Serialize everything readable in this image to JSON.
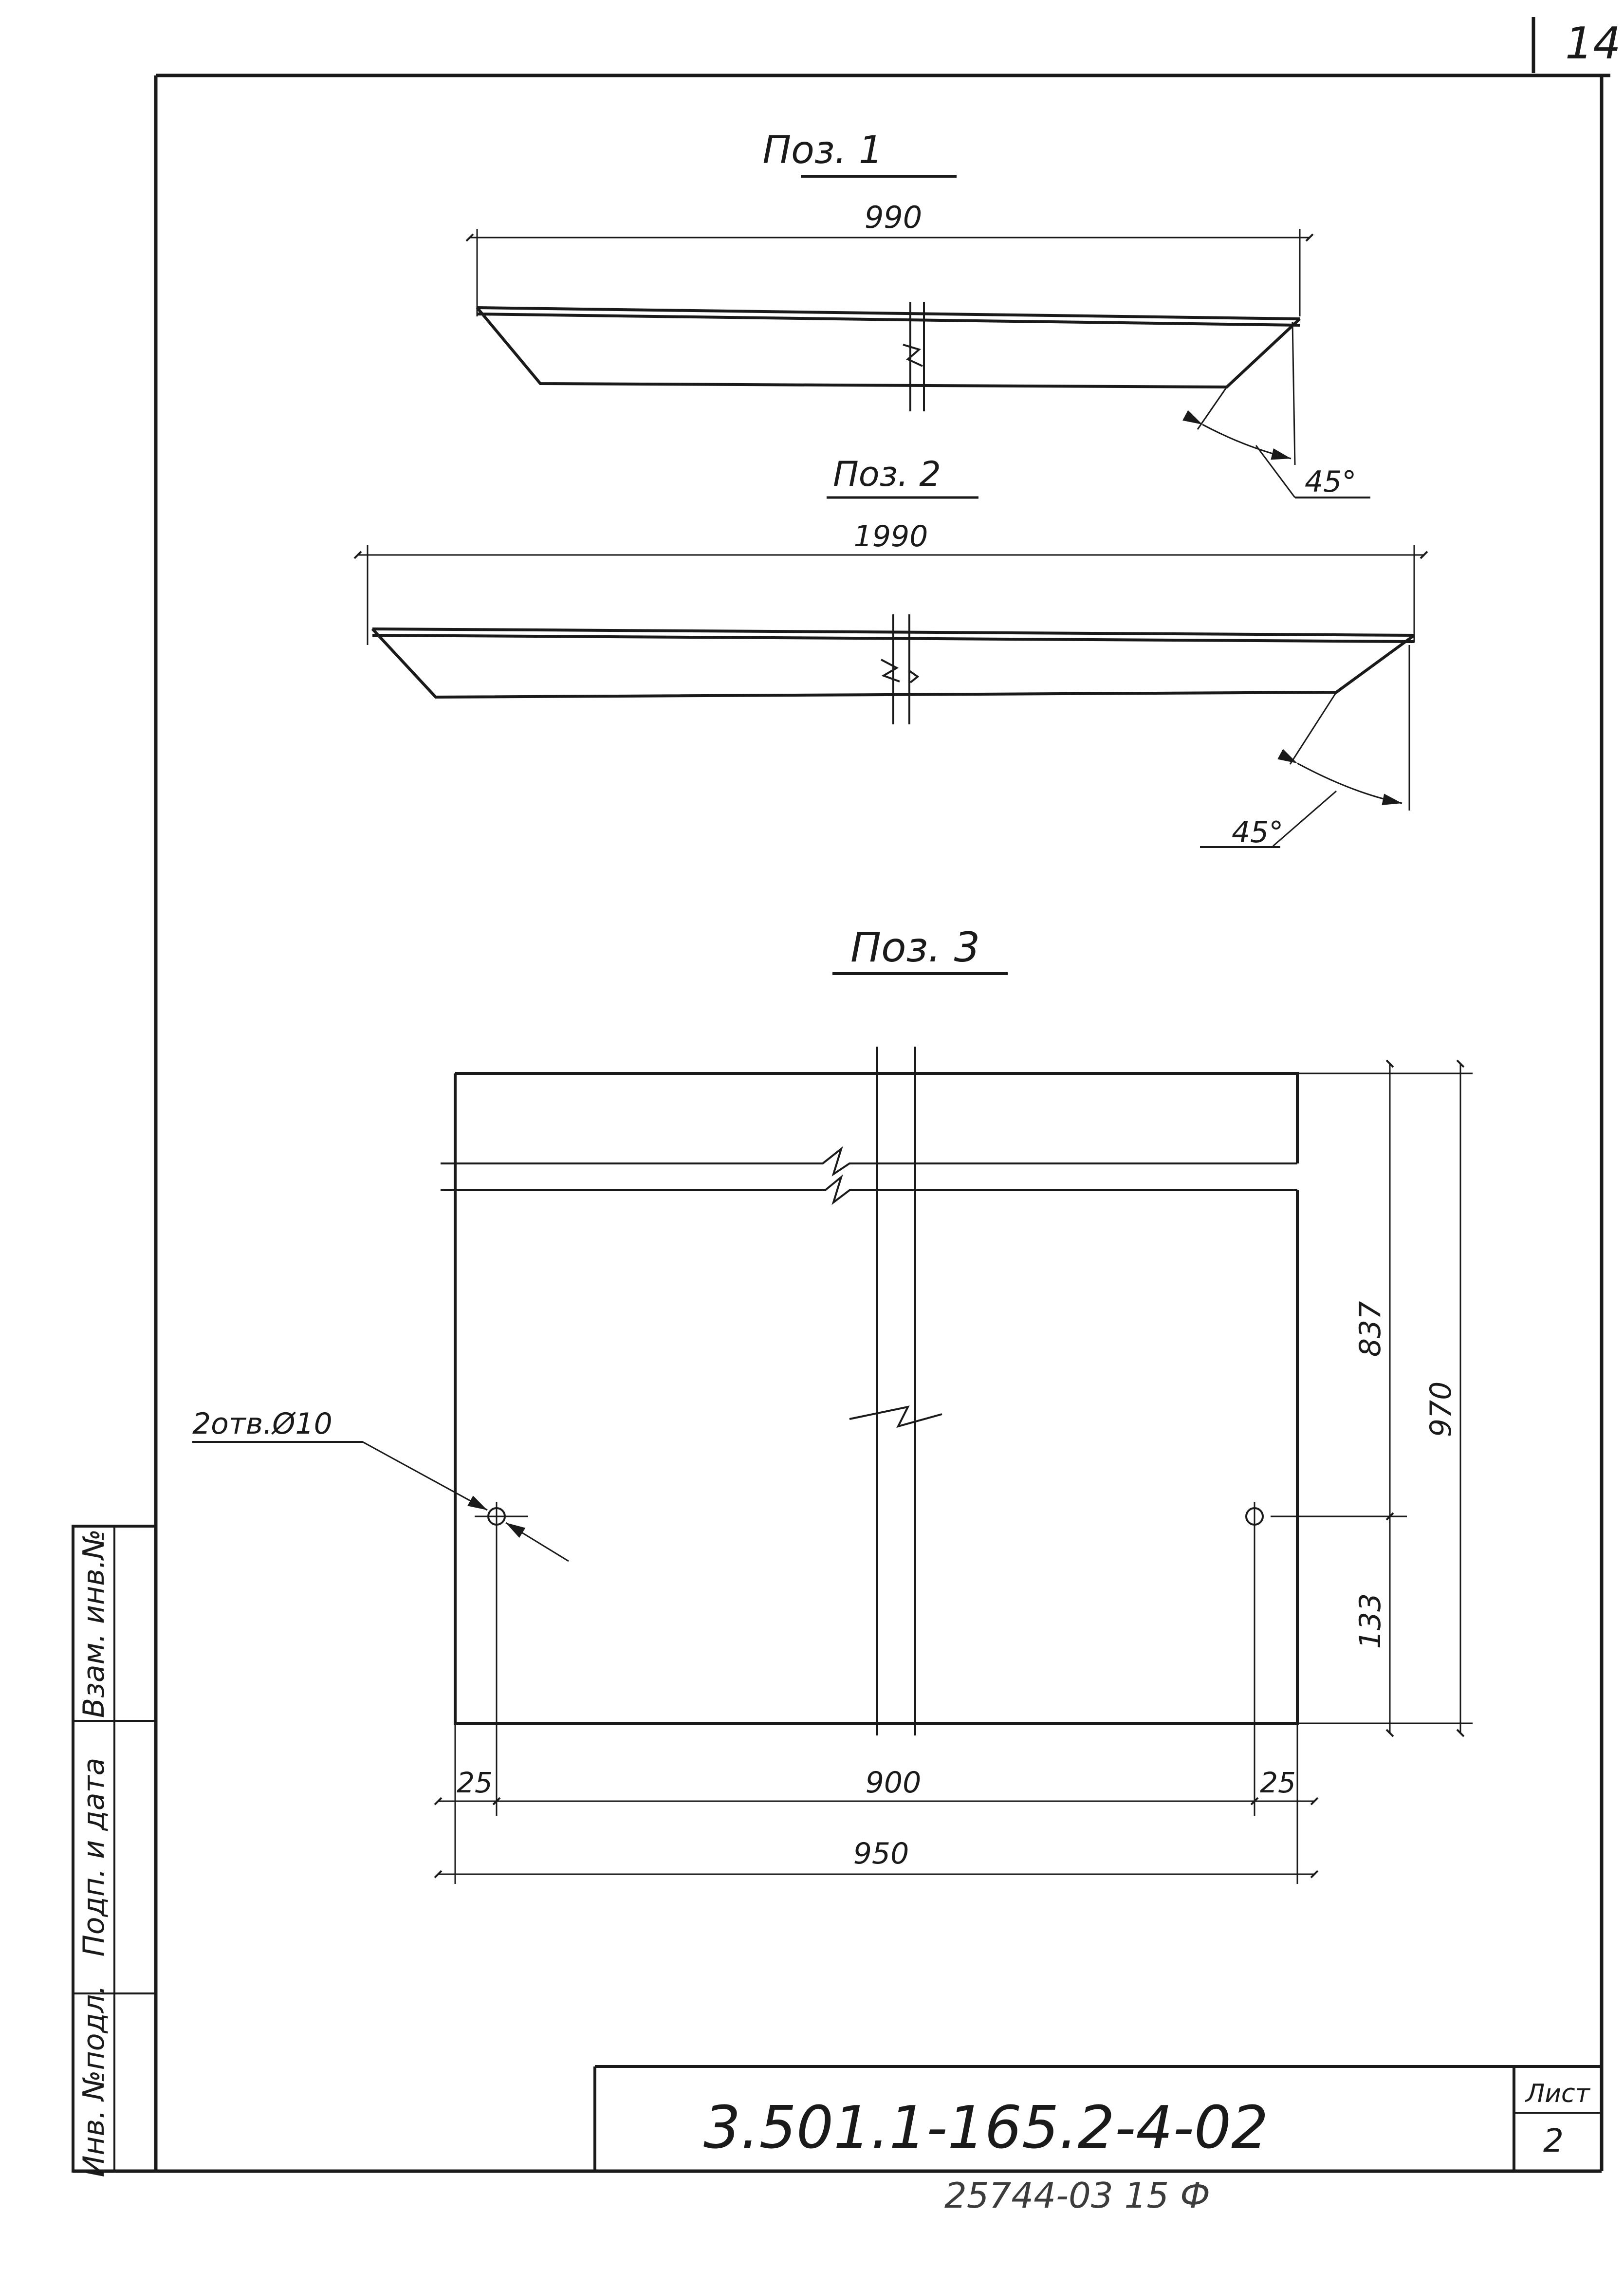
{
  "page_number": "14",
  "views": {
    "pos1": {
      "title": "Поз. 1",
      "length": "990",
      "angle": "45°"
    },
    "pos2": {
      "title": "Поз. 2",
      "length": "1990",
      "angle": "45°"
    },
    "pos3": {
      "title": "Поз. 3",
      "hole_callout": "2отв.Ø10",
      "dim_total_height": "970",
      "dim_upper": "837",
      "dim_lower": "133",
      "dim_left_edge": "25",
      "dim_between_holes": "900",
      "dim_right_edge": "25",
      "dim_total_width": "950"
    }
  },
  "side_stamp": {
    "col1": "Инв. №подл.",
    "col2": "Подп. и дата",
    "col3": "Взам. инв.№"
  },
  "title_block": {
    "designation": "3.501.1-165.2-4-02",
    "sheet_label": "Лист",
    "sheet_number": "2"
  },
  "footer_text": "25744-03   15       Ф"
}
